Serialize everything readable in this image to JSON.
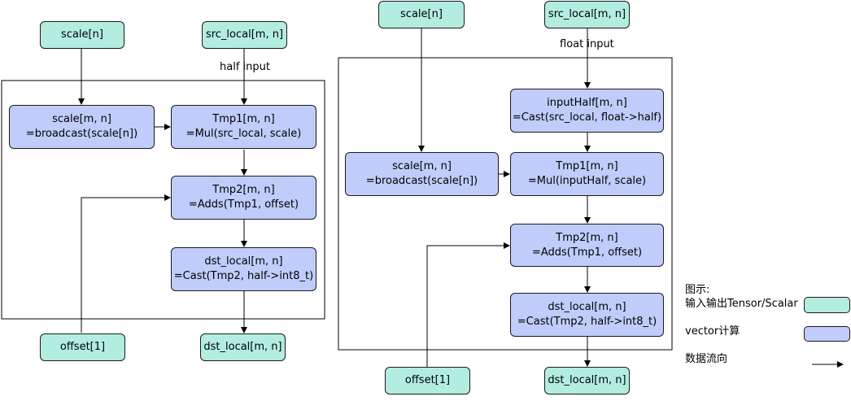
{
  "colors": {
    "io": "#b2ede0",
    "vector": "#c0cdfb",
    "edge": "#000000"
  },
  "left": {
    "scale_in": "scale[n]",
    "src_in": "src_local[m, n]",
    "input_note": "half input",
    "broadcast": [
      "scale[m, n]",
      "=broadcast(scale[n])"
    ],
    "mul": [
      "Tmp1[m, n]",
      "=Mul(src_local,  scale)"
    ],
    "adds": [
      "Tmp2[m, n]",
      "=Adds(Tmp1, offset)"
    ],
    "cast": [
      "dst_local[m, n]",
      "=Cast(Tmp2, half->int8_t)"
    ],
    "offset_in": "offset[1]",
    "dst_out": "dst_local[m, n]"
  },
  "right": {
    "scale_in": "scale[n]",
    "src_in": "src_local[m, n]",
    "input_note": "float input",
    "cast_half": [
      "inputHalf[m, n]",
      "=Cast(src_local, float->half)"
    ],
    "broadcast": [
      "scale[m, n]",
      "=broadcast(scale[n])"
    ],
    "mul": [
      "Tmp1[m, n]",
      "=Mul(inputHalf,  scale)"
    ],
    "adds": [
      "Tmp2[m, n]",
      "=Adds(Tmp1, offset)"
    ],
    "cast": [
      "dst_local[m, n]",
      "=Cast(Tmp2, half->int8_t)"
    ],
    "offset_in": "offset[1]",
    "dst_out": "dst_local[m, n]"
  },
  "legend": {
    "title": "图示:",
    "io": "输入输出Tensor/Scalar",
    "vector": "vector计算",
    "flow": "数据流向"
  }
}
